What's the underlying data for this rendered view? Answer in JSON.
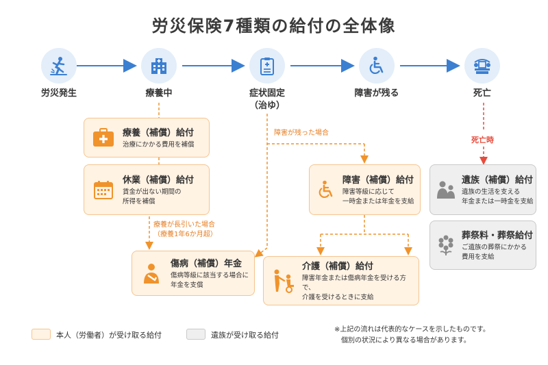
{
  "title": "労災保険7種類の給付の全体像",
  "stages": [
    {
      "label": "労災発生",
      "icon": "falling-person-icon"
    },
    {
      "label": "療養中",
      "icon": "hospital-icon"
    },
    {
      "label": "症状固定\n（治ゆ）",
      "icon": "clipboard-icon"
    },
    {
      "label": "障害が残る",
      "icon": "wheelchair-icon"
    },
    {
      "label": "死亡",
      "icon": "funeral-altar-icon"
    }
  ],
  "benefits": {
    "ryoyo": {
      "title": "療養（補償）給付",
      "desc": "治療にかかる費用を補償",
      "icon": "first-aid-kit-icon"
    },
    "kyugyo": {
      "title": "休業（補償）給付",
      "desc": "賃金が出ない期間の\n所得を補償",
      "icon": "calendar-icon"
    },
    "shobyo": {
      "title": "傷病（補償）年金",
      "desc": "傷病等級に該当する場合に\n年金を支償",
      "icon": "injured-person-icon"
    },
    "shogai": {
      "title": "障害（補償）給付",
      "desc": "障害等級に応じて\n一時金または年金を支給",
      "icon": "wheelchair-icon"
    },
    "kaigo": {
      "title": "介護（補償）給付",
      "desc": "障害年金または傷病年金を受ける方で、\n介護を受けるときに支給",
      "icon": "caregiver-icon"
    },
    "izoku": {
      "title": "遺族（補償）給付",
      "desc": "遺族の生活を支える\n年金または一時金を支給",
      "icon": "family-icon"
    },
    "sosai": {
      "title": "葬祭料・葬祭給付",
      "desc": "ご遺族の葬祭にかかる\n費用を支給",
      "icon": "flower-icon"
    }
  },
  "notes": {
    "long_term": "療養が長引いた場合\n（療養1年6か月超）",
    "disability_remains": "障害が残った場合",
    "on_death": "死亡時"
  },
  "legend": {
    "self_label": "本人（労働者）が受け取る給付",
    "family_label": "遺族が受け取る給付"
  },
  "footnote": "※上記の流れは代表的なケースを示したものです。\n　個別の状況により異なる場合があります。",
  "colors": {
    "blue": "#3b7fd1",
    "orange": "#f0932b",
    "orange_fill": "#fff3e4",
    "gray": "#8a8a8a",
    "red": "#e74c3c"
  }
}
